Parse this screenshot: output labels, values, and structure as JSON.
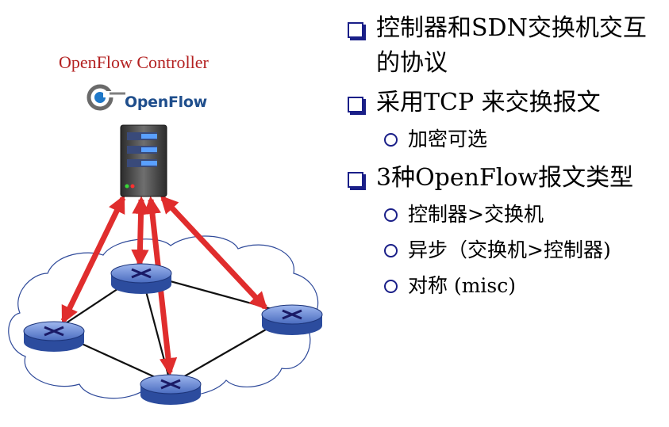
{
  "diagram": {
    "controller_label": "OpenFlow Controller",
    "logo_text": "OpenFlow",
    "icons": [
      "openflow-logo-icon",
      "server-icon",
      "switch-icon",
      "cloud-icon"
    ],
    "colors": {
      "arrow": "#e02d2d",
      "label": "#b32020",
      "switch": "#3c5fae",
      "bullet": "#1a1f88"
    }
  },
  "bullets": [
    {
      "text": "控制器和SDN交换机交互的协议",
      "sub": []
    },
    {
      "text": "采用TCP 来交换报文",
      "sub": [
        "加密可选"
      ]
    },
    {
      "text": "3种OpenFlow报文类型",
      "sub": [
        "控制器>交换机",
        "异步（交换机>控制器)",
        "对称 (misc)"
      ]
    }
  ]
}
